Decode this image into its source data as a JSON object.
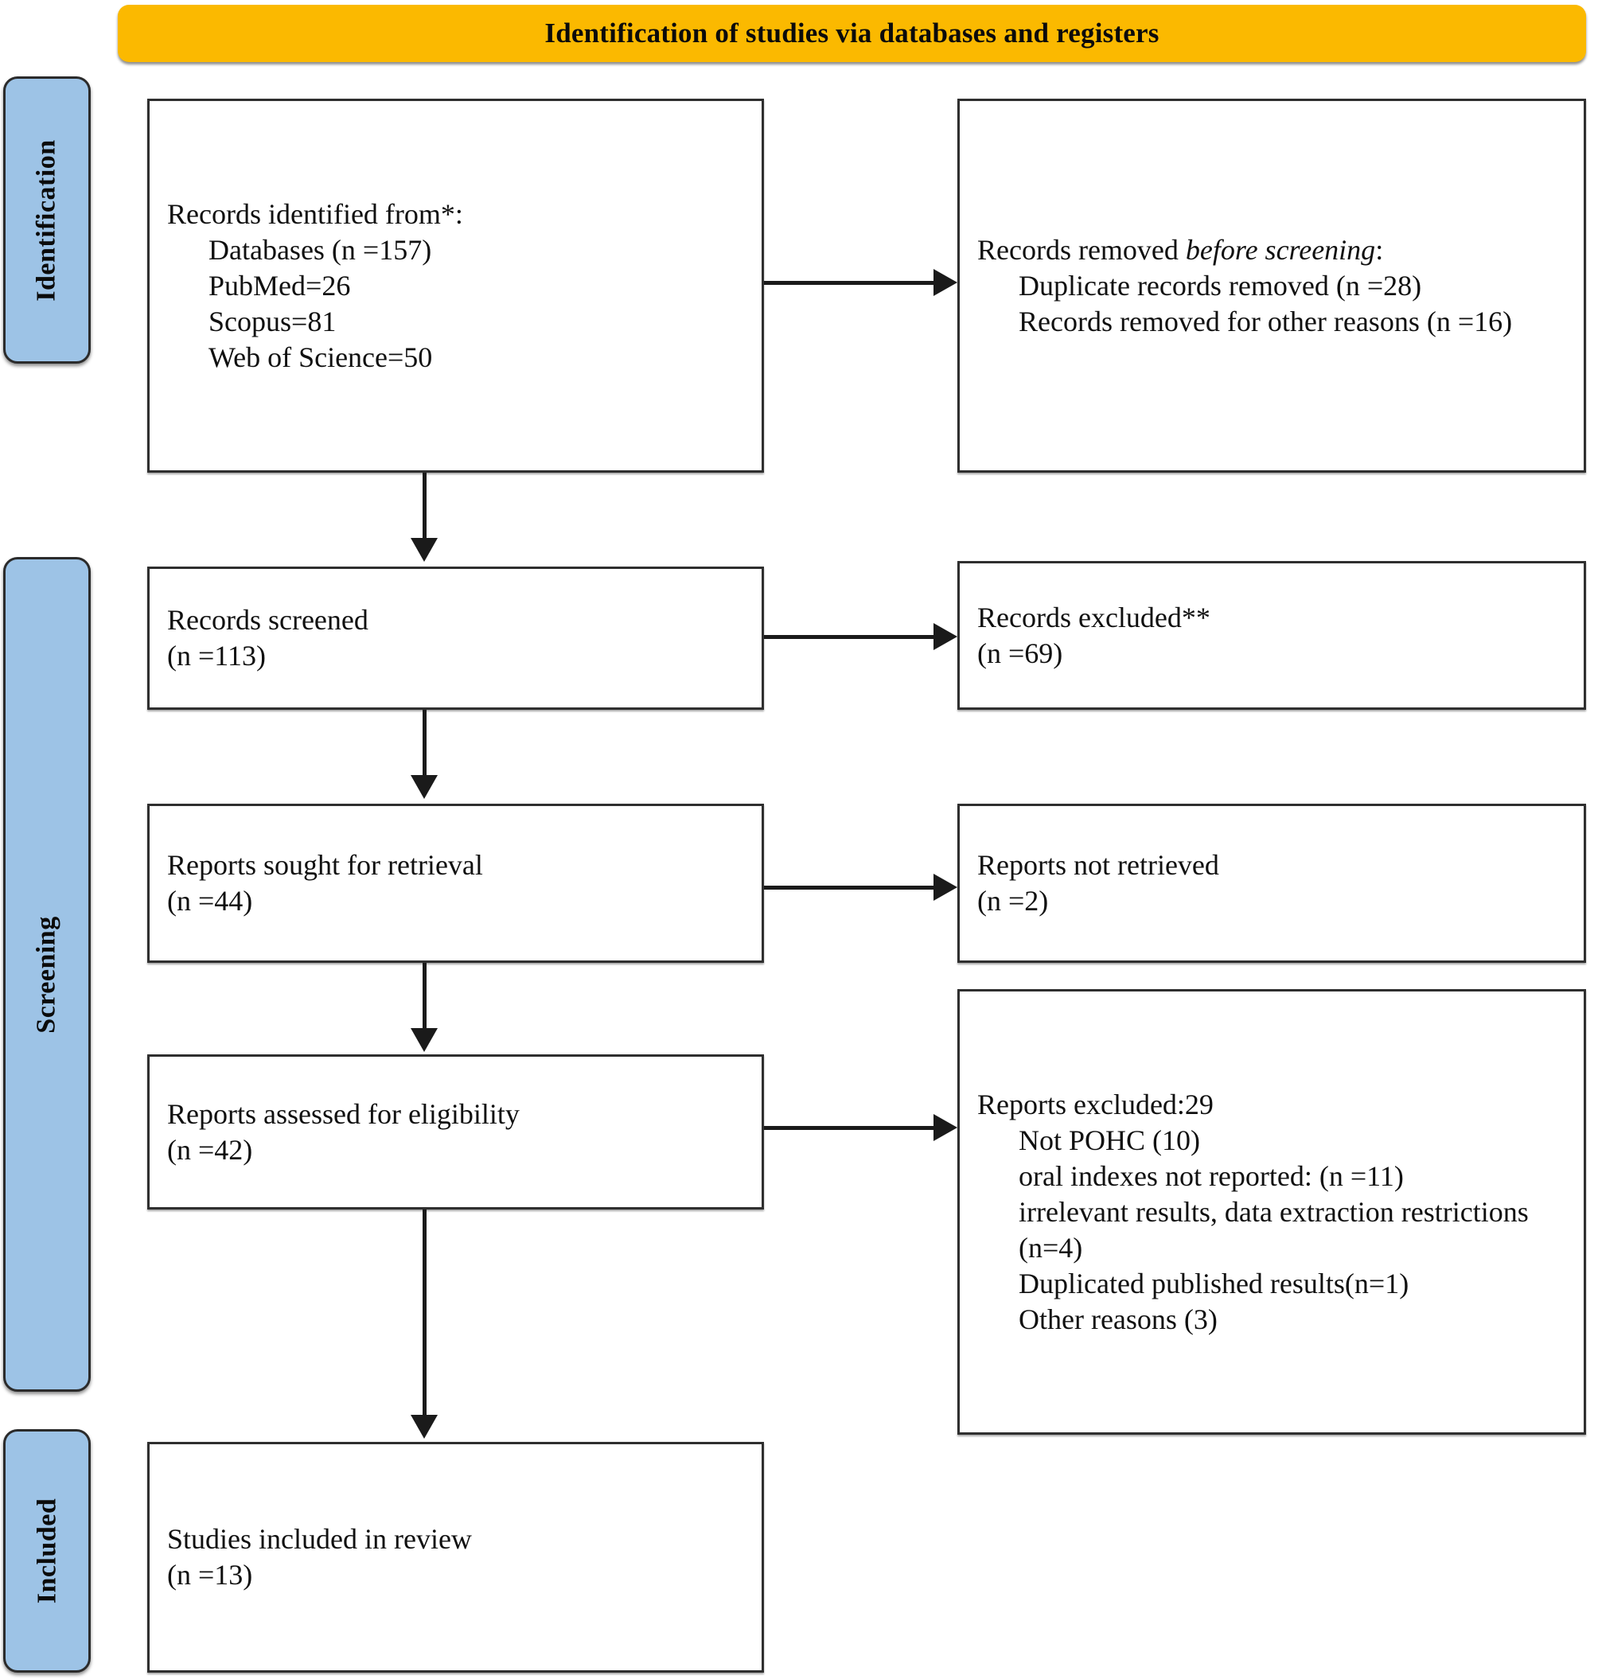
{
  "banner": {
    "title": "Identification of studies via databases and registers"
  },
  "stages": [
    {
      "id": "identification",
      "label": "Identification"
    },
    {
      "id": "screening",
      "label": "Screening"
    },
    {
      "id": "included",
      "label": "Included"
    }
  ],
  "boxes": {
    "records_identified": {
      "name": "records-identified-box",
      "lines": [
        {
          "text": "Records identified from*:",
          "indent": false
        },
        {
          "text": "Databases (n =157)",
          "indent": true
        },
        {
          "text": "PubMed=26",
          "indent": true
        },
        {
          "text": "Scopus=81",
          "indent": true
        },
        {
          "text": "Web of Science=50",
          "indent": true
        }
      ]
    },
    "records_removed": {
      "name": "records-removed-box",
      "lead": "Records removed ",
      "lead_italic": "before screening",
      "lead_tail": ":",
      "lines": [
        {
          "text": "Duplicate records removed (n =28)",
          "indent": true
        },
        {
          "text": "Records removed for other reasons (n =16)",
          "indent": true
        }
      ]
    },
    "records_screened": {
      "name": "records-screened-box",
      "lines": [
        {
          "text": "Records screened",
          "indent": false
        },
        {
          "text": "(n =113)",
          "indent": false
        }
      ]
    },
    "records_excluded": {
      "name": "records-excluded-box",
      "lines": [
        {
          "text": "Records excluded**",
          "indent": false
        },
        {
          "text": "(n =69)",
          "indent": false
        }
      ]
    },
    "reports_sought": {
      "name": "reports-sought-box",
      "lines": [
        {
          "text": "Reports sought for retrieval",
          "indent": false
        },
        {
          "text": "(n =44)",
          "indent": false
        }
      ]
    },
    "reports_not_retrieved": {
      "name": "reports-not-retrieved-box",
      "lines": [
        {
          "text": "Reports not retrieved",
          "indent": false
        },
        {
          "text": "(n =2)",
          "indent": false
        }
      ]
    },
    "reports_assessed": {
      "name": "reports-assessed-box",
      "lines": [
        {
          "text": "Reports assessed for eligibility",
          "indent": false
        },
        {
          "text": "(n =42)",
          "indent": false
        }
      ]
    },
    "reports_excluded": {
      "name": "reports-excluded-box",
      "lines": [
        {
          "text": "Reports excluded:29",
          "indent": false
        },
        {
          "text": "Not POHC (10)",
          "indent": true
        },
        {
          "text": "oral indexes not reported:  (n =11)",
          "indent": true
        },
        {
          "text": "irrelevant results, data extraction restrictions (n=4)",
          "indent": true
        },
        {
          "text": "Duplicated published results(n=1)",
          "indent": true
        },
        {
          "text": "Other reasons (3)",
          "indent": true
        }
      ]
    },
    "studies_included": {
      "name": "studies-included-box",
      "lines": [
        {
          "text": "Studies included in review",
          "indent": false
        },
        {
          "text": "(n =13)",
          "indent": false
        }
      ]
    }
  },
  "colors": {
    "banner_bg": "#FBB900",
    "stage_bg": "#9DC3E6",
    "box_border": "#2f2f2f",
    "text": "#101010",
    "connector": "#1a1a1a"
  }
}
